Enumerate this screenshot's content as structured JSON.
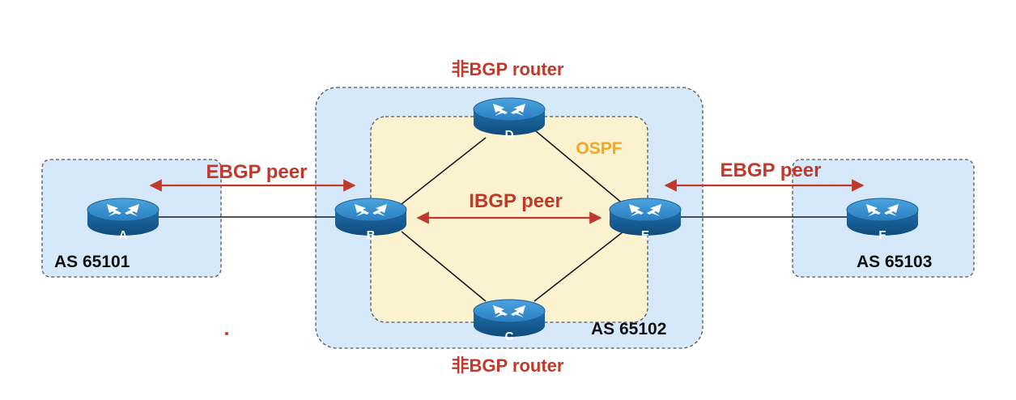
{
  "labels": {
    "non_bgp_top": "非BGP router",
    "non_bgp_bottom": "非BGP router",
    "ebgp_left": "EBGP peer",
    "ebgp_right": "EBGP peer",
    "ibgp": "IBGP peer",
    "ospf": "OSPF",
    "as_left": "AS 65101",
    "as_middle": "AS 65102",
    "as_right": "AS 65103"
  },
  "routers": {
    "A": "A",
    "B": "B",
    "C": "C",
    "D": "D",
    "E": "E",
    "F": "F"
  },
  "colors": {
    "as_box_fill": "#d6e9fb",
    "ospf_box_fill": "#fbf3d0",
    "peer_arrow": "#c0392b",
    "router_body": "#1d6ea8",
    "link": "#1a1a1a"
  },
  "icons": {
    "router": "router-icon",
    "peer_arrow": "double-arrow-icon"
  }
}
